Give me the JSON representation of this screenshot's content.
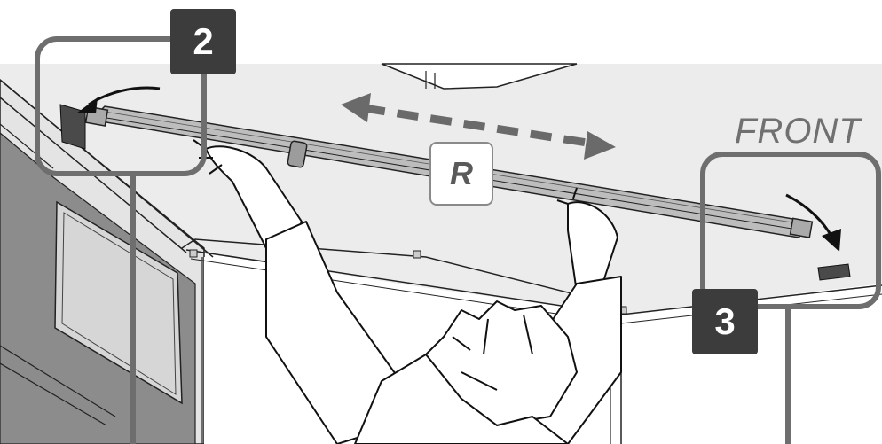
{
  "steps": {
    "step2": "2",
    "step3": "3"
  },
  "labels": {
    "front": "FRONT",
    "rail": "R"
  },
  "colors": {
    "badge": "#3c3c3c",
    "callout_frame": "#6e6e6e",
    "ceiling": "#ececec",
    "rail": "#bdbdbd"
  },
  "icons": {
    "arrow_left": "curved-arrow-left-icon",
    "arrow_right": "curved-arrow-right-icon",
    "move": "double-dashed-arrow-icon"
  }
}
